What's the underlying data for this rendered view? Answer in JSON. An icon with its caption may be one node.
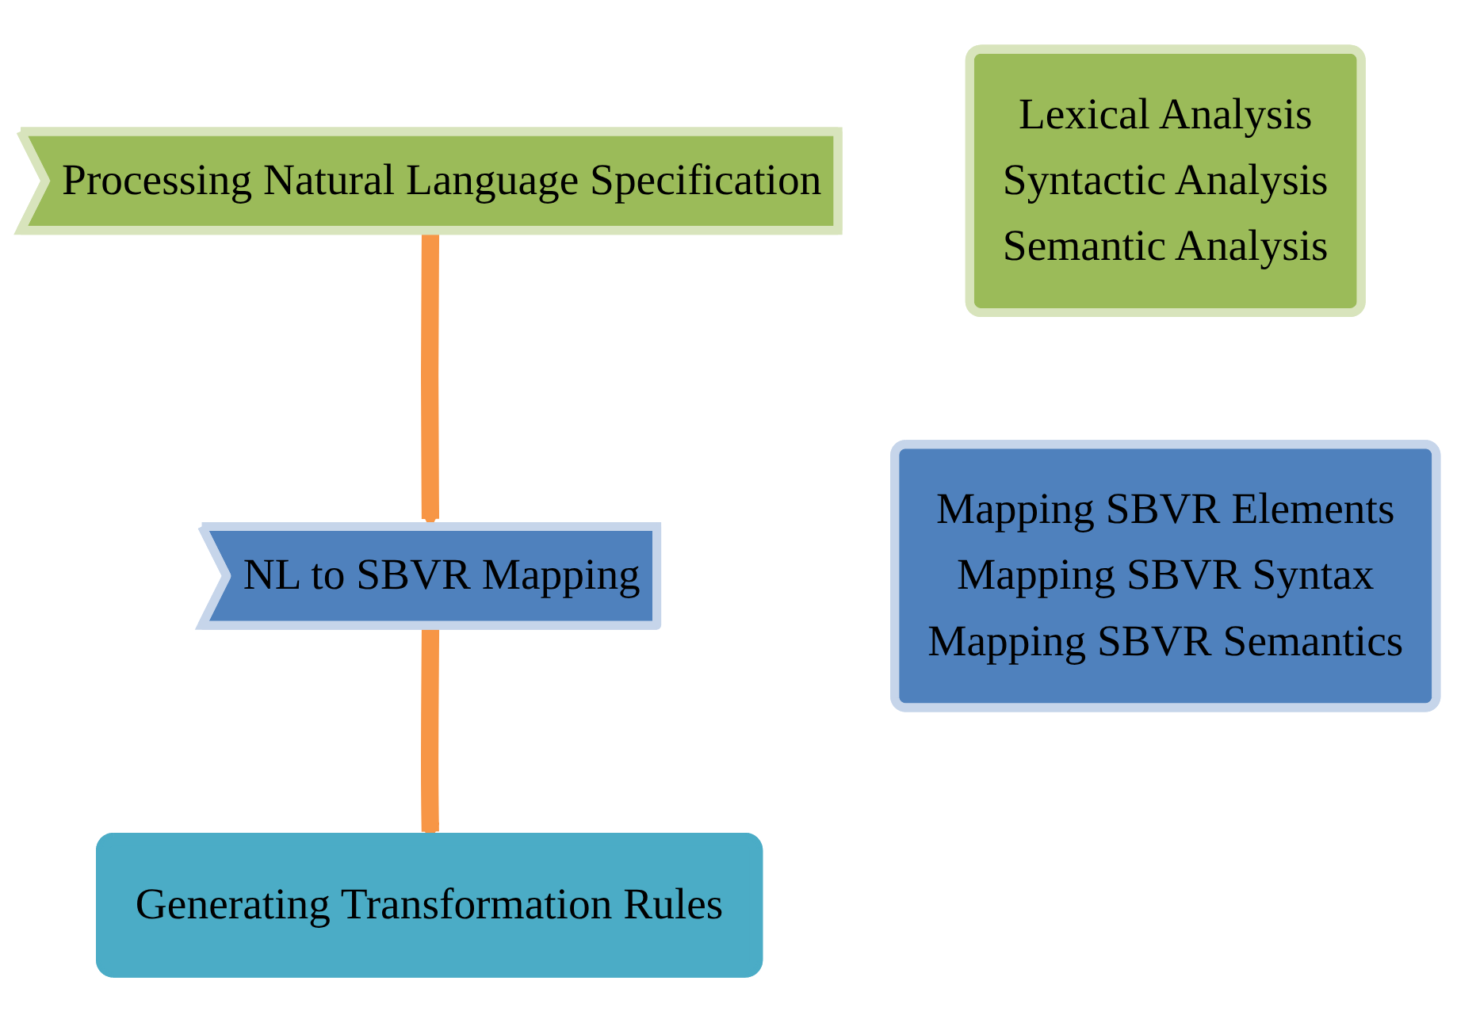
{
  "diagram": {
    "nodes": [
      {
        "text": [
          "Processing Natural Language Specification"
        ]
      },
      {
        "text": [
          "Lexical Analysis",
          "Syntactic Analysis",
          "Semantic Analysis"
        ]
      },
      {
        "text": [
          "NL to SBVR Mapping"
        ]
      },
      {
        "text": [
          "Mapping SBVR Elements",
          "Mapping SBVR Syntax",
          "Mapping SBVR Semantics"
        ]
      },
      {
        "text": [
          "Generating Transformation Rules"
        ]
      }
    ],
    "edges": [
      {
        "from": 0,
        "to": 2,
        "arrow": "to"
      },
      {
        "from": 2,
        "to": 4,
        "arrow": "to"
      }
    ]
  }
}
